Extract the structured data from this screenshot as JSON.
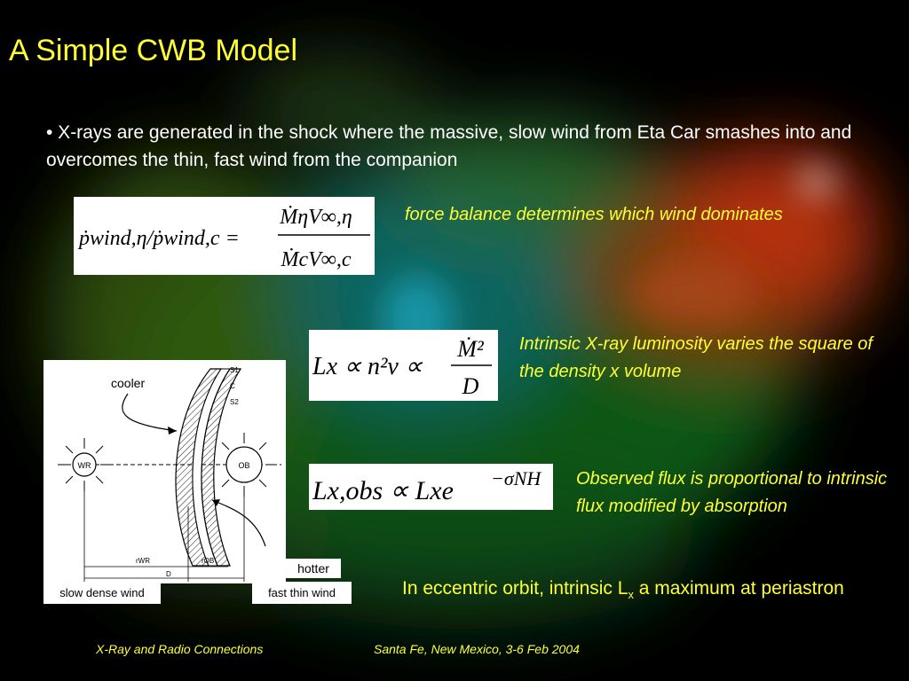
{
  "slide": {
    "title": "A Simple CWB Model",
    "bullet": "• X-rays are generated in the shock where the massive, slow wind from Eta Car smashes into and overcomes the thin, fast wind from the companion",
    "note_force": "force balance determines which wind dominates",
    "note_intrinsic": "Intrinsic X-ray luminosity varies the square of the density x volume",
    "note_observed": "Observed flux is proportional to intrinsic flux modified by absorption",
    "note_eccentric": {
      "part1": "In eccentric orbit, intrinsic L",
      "sub": "x",
      "part2": " a maximum at periastron"
    }
  },
  "equations": {
    "momentum": {
      "lhs": "ṗwind,η/ṗwind,c =",
      "num": "ṀηV∞,η",
      "den": "ṀcV∞,c"
    },
    "luminosity": {
      "lhs": "Lx ∝ n²v ∝",
      "num": "Ṁ²",
      "den": "D"
    },
    "observed": {
      "text": "Lx,obs ∝ Lxe",
      "exp": "−σNH"
    }
  },
  "diagram": {
    "label_cooler": "cooler",
    "label_hotter": "hotter",
    "label_slow": "slow dense wind",
    "label_fast": "fast thin wind",
    "label_wr": "WR",
    "label_ob": "OB",
    "label_s1": "S1",
    "label_c": "C",
    "label_s2": "S2",
    "label_rwr": "rWR",
    "label_rob": "rOB",
    "label_d": "D"
  },
  "footer": {
    "left": "X-Ray and Radio Connections",
    "right": "Santa Fe, New Mexico, 3-6 Feb 2004"
  },
  "colors": {
    "title": "#ffff33",
    "text": "#ffffff",
    "accent": "#ffff33"
  }
}
